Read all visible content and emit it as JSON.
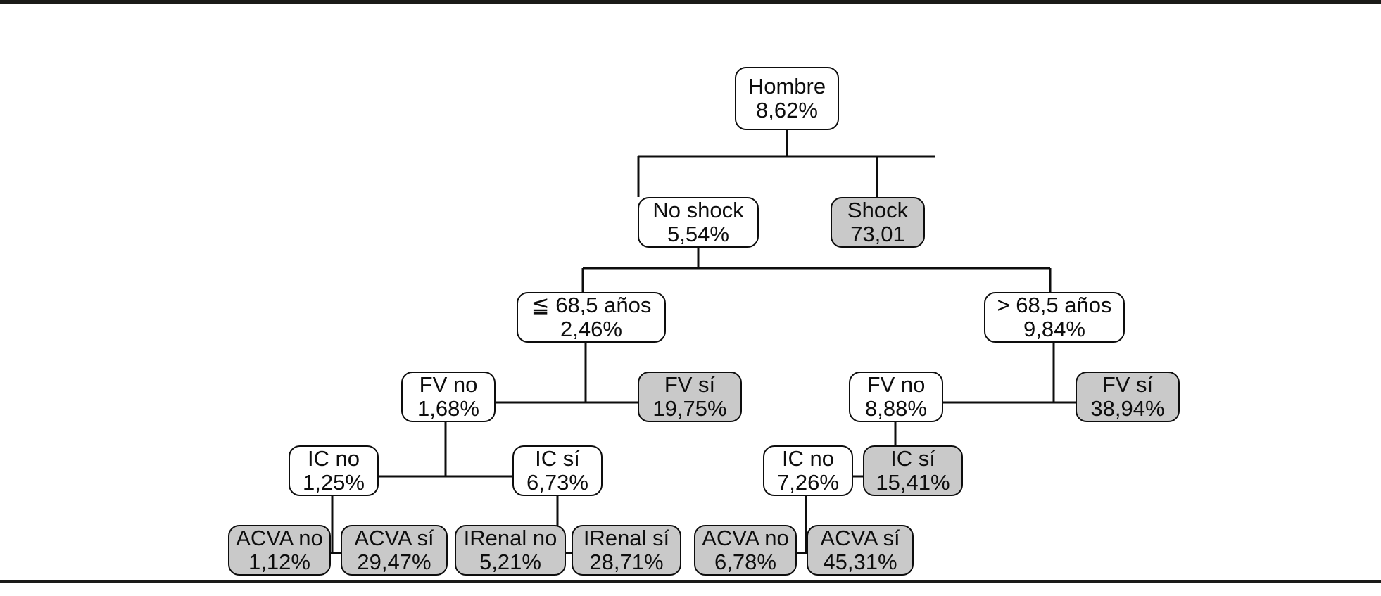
{
  "figure": {
    "type": "decision-tree",
    "language": "es",
    "shaded_fill": "#c9c9c9",
    "plain_fill": "#ffffff",
    "stroke": "#0d0d0d"
  },
  "nodes": {
    "root": {
      "label": "Hombre",
      "value": "8,62%",
      "shaded": false
    },
    "no_shock": {
      "label": "No shock",
      "value": "5,54%",
      "shaded": false
    },
    "shock": {
      "label": "Shock",
      "value": "73,01",
      "shaded": true
    },
    "age_le": {
      "label": "≦ 68,5 años",
      "value": "2,46%",
      "shaded": false
    },
    "age_gt": {
      "label": "> 68,5 años",
      "value": "9,84%",
      "shaded": false
    },
    "fv_no_l": {
      "label": "FV no",
      "value": "1,68%",
      "shaded": false
    },
    "fv_si_l": {
      "label": "FV sí",
      "value": "19,75%",
      "shaded": true
    },
    "fv_no_r": {
      "label": "FV no",
      "value": "8,88%",
      "shaded": false
    },
    "fv_si_r": {
      "label": "FV sí",
      "value": "38,94%",
      "shaded": true
    },
    "ic_no_l": {
      "label": "IC no",
      "value": "1,25%",
      "shaded": false
    },
    "ic_si_l": {
      "label": "IC sí",
      "value": "6,73%",
      "shaded": false
    },
    "ic_no_r": {
      "label": "IC no",
      "value": "7,26%",
      "shaded": false
    },
    "ic_si_r": {
      "label": "IC sí",
      "value": "15,41%",
      "shaded": true
    },
    "acva_no_1": {
      "label": "ACVA no",
      "value": "1,12%",
      "shaded": true
    },
    "acva_si_1": {
      "label": "ACVA sí",
      "value": "29,47%",
      "shaded": true
    },
    "irenal_no": {
      "label": "IRenal no",
      "value": "5,21%",
      "shaded": true
    },
    "irenal_si": {
      "label": "IRenal sí",
      "value": "28,71%",
      "shaded": true
    },
    "acva_no_2": {
      "label": "ACVA no",
      "value": "6,78%",
      "shaded": true
    },
    "acva_si_2": {
      "label": "ACVA sí",
      "value": "45,31%",
      "shaded": true
    }
  },
  "edges": [
    {
      "from": "root",
      "to": "no_shock"
    },
    {
      "from": "root",
      "to": "shock"
    },
    {
      "from": "no_shock",
      "to": "age_le"
    },
    {
      "from": "no_shock",
      "to": "age_gt"
    },
    {
      "from": "age_le",
      "to": "fv_no_l"
    },
    {
      "from": "age_le",
      "to": "fv_si_l"
    },
    {
      "from": "age_gt",
      "to": "fv_no_r"
    },
    {
      "from": "age_gt",
      "to": "fv_si_r"
    },
    {
      "from": "fv_no_l",
      "to": "ic_no_l"
    },
    {
      "from": "fv_no_l",
      "to": "ic_si_l"
    },
    {
      "from": "fv_no_r",
      "to": "ic_no_r"
    },
    {
      "from": "fv_no_r",
      "to": "ic_si_r"
    },
    {
      "from": "ic_no_l",
      "to": "acva_no_1"
    },
    {
      "from": "ic_no_l",
      "to": "acva_si_1"
    },
    {
      "from": "ic_si_l",
      "to": "irenal_no"
    },
    {
      "from": "ic_si_l",
      "to": "irenal_si"
    },
    {
      "from": "ic_no_r",
      "to": "acva_no_2"
    },
    {
      "from": "ic_no_r",
      "to": "acva_si_2"
    }
  ]
}
